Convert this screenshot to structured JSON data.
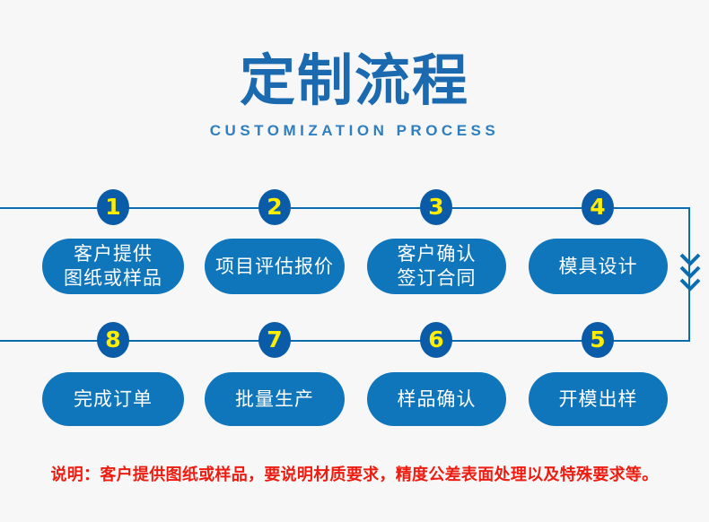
{
  "header": {
    "title": "定制流程",
    "subtitle": "CUSTOMIZATION PROCESS"
  },
  "colors": {
    "background": "#f7f7f7",
    "title_blue": "#1b6ab0",
    "subtitle_blue": "#2f7fc0",
    "pill_blue": "#1076bc",
    "badge_blue": "#0b5ca8",
    "badge_number_yellow": "#ffee00",
    "rail_blue": "#0b6cb0",
    "note_red": "#ee1c10"
  },
  "flow": {
    "row_top": [
      {
        "number": "1",
        "label": "客户提供\n图纸或样品"
      },
      {
        "number": "2",
        "label": "项目评估报价"
      },
      {
        "number": "3",
        "label": "客户确认\n签订合同"
      },
      {
        "number": "4",
        "label": "模具设计"
      }
    ],
    "row_bottom": [
      {
        "number": "8",
        "label": "完成订单"
      },
      {
        "number": "7",
        "label": "批量生产"
      },
      {
        "number": "6",
        "label": "样品确认"
      },
      {
        "number": "5",
        "label": "开模出样"
      }
    ],
    "connector_icon": "triple-chevron-down-icon"
  },
  "note": {
    "text": "说明：客户提供图纸或样品，要说明材质要求，精度公差表面处理以及特殊要求等。"
  }
}
